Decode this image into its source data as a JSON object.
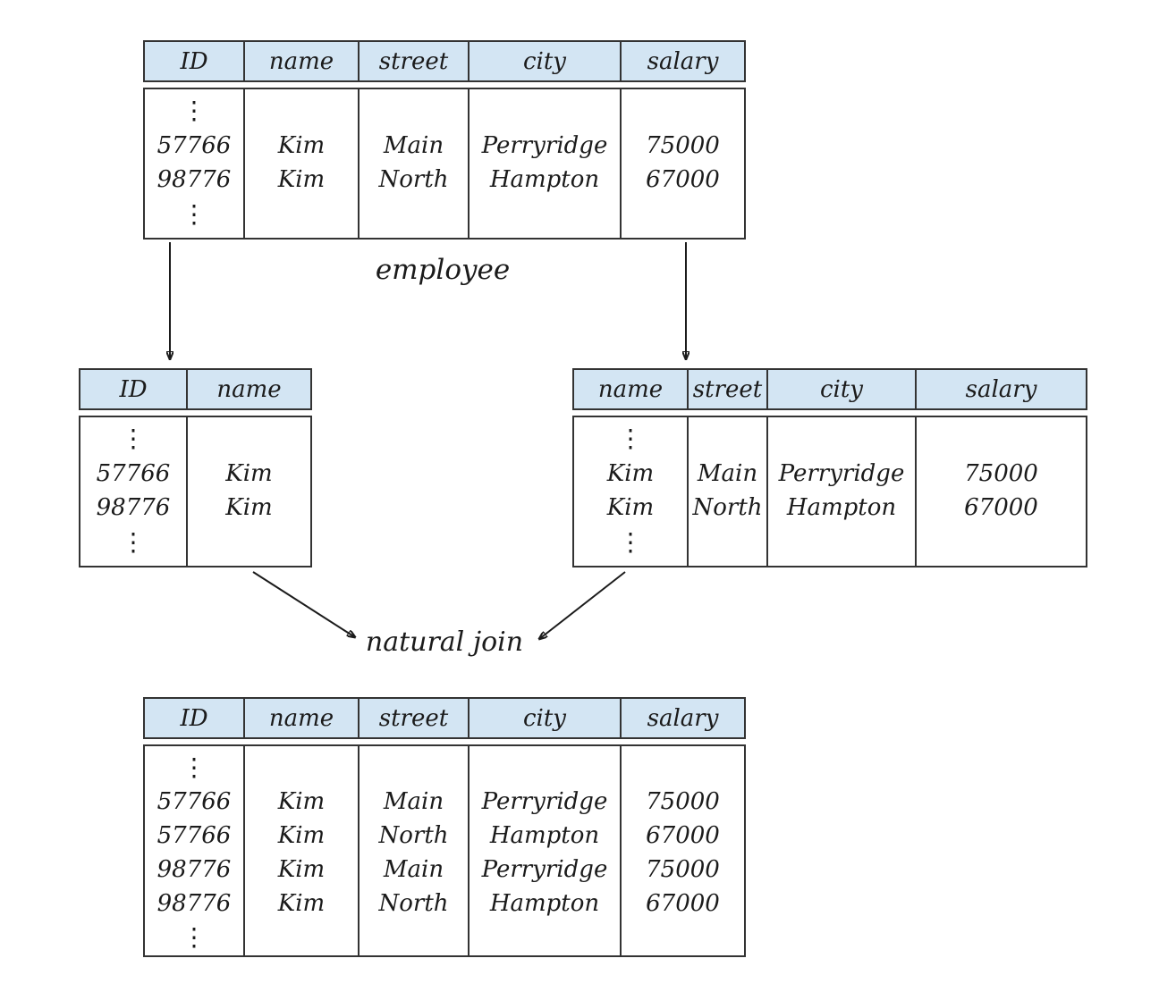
{
  "diagram": {
    "employee_caption": "employee",
    "natural_join_label": "natural join",
    "ellipsis": "⋮",
    "colors": {
      "header_fill": "#d3e5f3",
      "border": "#333333",
      "text": "#1b1b1b",
      "background": "#ffffff"
    }
  },
  "tables": {
    "employee": {
      "caption": "employee",
      "columns": [
        {
          "header": "ID",
          "dots": true,
          "values": [
            "57766",
            "98776"
          ]
        },
        {
          "header": "name",
          "dots": false,
          "values": [
            "Kim",
            "Kim"
          ]
        },
        {
          "header": "street",
          "dots": false,
          "values": [
            "Main",
            "North"
          ]
        },
        {
          "header": "city",
          "dots": false,
          "values": [
            "Perryridge",
            "Hampton"
          ]
        },
        {
          "header": "salary",
          "dots": false,
          "values": [
            "75000",
            "67000"
          ]
        }
      ]
    },
    "decomp_left": {
      "columns": [
        {
          "header": "ID",
          "dots": true,
          "values": [
            "57766",
            "98776"
          ]
        },
        {
          "header": "name",
          "dots": false,
          "values": [
            "Kim",
            "Kim"
          ]
        }
      ]
    },
    "decomp_right": {
      "columns": [
        {
          "header": "name",
          "dots": true,
          "values": [
            "Kim",
            "Kim"
          ]
        },
        {
          "header": "street",
          "dots": false,
          "values": [
            "Main",
            "North"
          ]
        },
        {
          "header": "city",
          "dots": false,
          "values": [
            "Perryridge",
            "Hampton"
          ]
        },
        {
          "header": "salary",
          "dots": false,
          "values": [
            "75000",
            "67000"
          ]
        }
      ]
    },
    "join_result": {
      "columns": [
        {
          "header": "ID",
          "dots": true,
          "values": [
            "57766",
            "57766",
            "98776",
            "98776"
          ]
        },
        {
          "header": "name",
          "dots": false,
          "values": [
            "Kim",
            "Kim",
            "Kim",
            "Kim"
          ]
        },
        {
          "header": "street",
          "dots": false,
          "values": [
            "Main",
            "North",
            "Main",
            "North"
          ]
        },
        {
          "header": "city",
          "dots": false,
          "values": [
            "Perryridge",
            "Hampton",
            "Perryridge",
            "Hampton"
          ]
        },
        {
          "header": "salary",
          "dots": false,
          "values": [
            "75000",
            "67000",
            "75000",
            "67000"
          ]
        }
      ]
    }
  }
}
